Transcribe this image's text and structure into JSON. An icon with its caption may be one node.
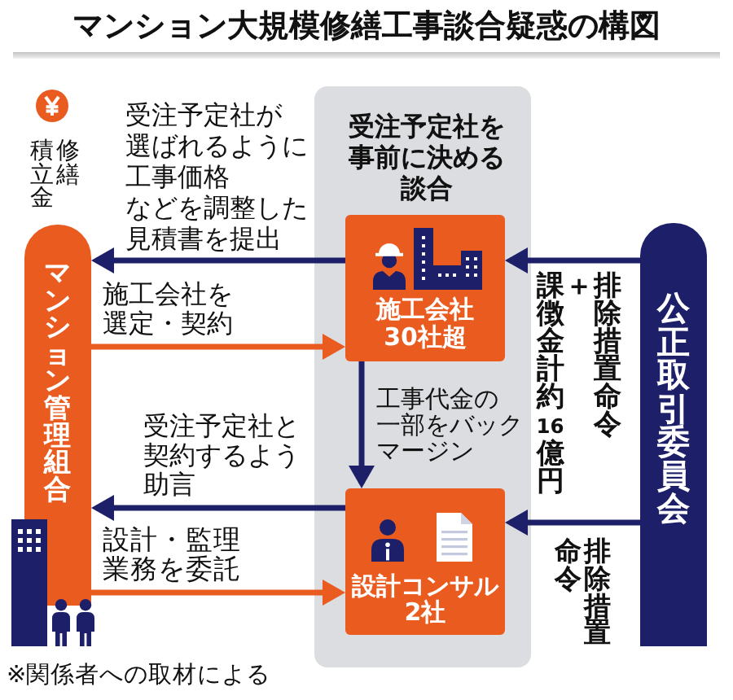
{
  "diagram": {
    "title": "マンション大規模修繕工事談合疑惑の構図",
    "nodes": [
      {
        "text": [
          "マンション管理組合"
        ],
        "beside": [
          "修繕積立金"
        ]
      },
      {
        "text": [
          "受注予定社を事前に決める談合"
        ]
      },
      {
        "text": [
          "施工会社30社超"
        ],
        "in": 1
      },
      {
        "text": [
          "設計コンサル2社"
        ],
        "in": 1
      },
      {
        "text": [
          "公正取引委員会"
        ]
      }
    ],
    "edges": [
      {
        "from": 2,
        "to": 0,
        "arrow": "to",
        "label": "受注予定社が選ばれるように工事価格などを調整した見積書を提出"
      },
      {
        "from": 0,
        "to": 2,
        "arrow": "to",
        "label": "施工会社を選定・契約",
        "color": "#ea5b1f"
      },
      {
        "from": 2,
        "to": 3,
        "arrow": "to",
        "label": "工事代金の一部をバックマージン"
      },
      {
        "from": 3,
        "to": 0,
        "arrow": "to",
        "label": "受注予定社と契約するよう助言"
      },
      {
        "from": 0,
        "to": 3,
        "arrow": "to",
        "label": "設計・監理業務を委託",
        "color": "#ea5b1f"
      },
      {
        "from": 4,
        "to": 2,
        "arrow": "to",
        "label": "排除措置命令＋課徴金計約16億円"
      },
      {
        "from": 4,
        "to": 3,
        "arrow": "to",
        "label": "排除措置命令"
      }
    ],
    "labels": [
      "※関係者への取材による"
    ]
  }
}
